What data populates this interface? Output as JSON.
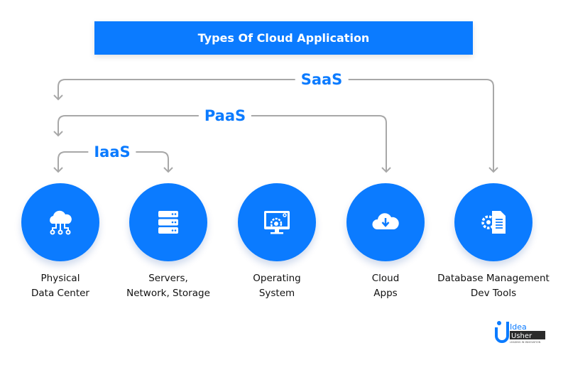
{
  "title": "Types Of Cloud Application",
  "tiers": [
    {
      "name": "SaaS"
    },
    {
      "name": "PaaS"
    },
    {
      "name": "IaaS"
    }
  ],
  "items": [
    {
      "line1": "Physical",
      "line2": "Data Center",
      "icon": "cloud-network-icon"
    },
    {
      "line1": "Servers,",
      "line2": "Network, Storage",
      "icon": "server-stack-icon"
    },
    {
      "line1": "Operating",
      "line2": "System",
      "icon": "monitor-gear-icon"
    },
    {
      "line1": "Cloud",
      "line2": "Apps",
      "icon": "cloud-download-icon"
    },
    {
      "line1": "Database Management",
      "line2": "Dev Tools",
      "icon": "document-gear-icon"
    }
  ],
  "logo": {
    "word1": "Idea",
    "word2": "Usher",
    "tagline": "LEADING IN INNOVATION"
  },
  "colors": {
    "accent": "#0b7bff",
    "connector": "#a8a8a8"
  }
}
